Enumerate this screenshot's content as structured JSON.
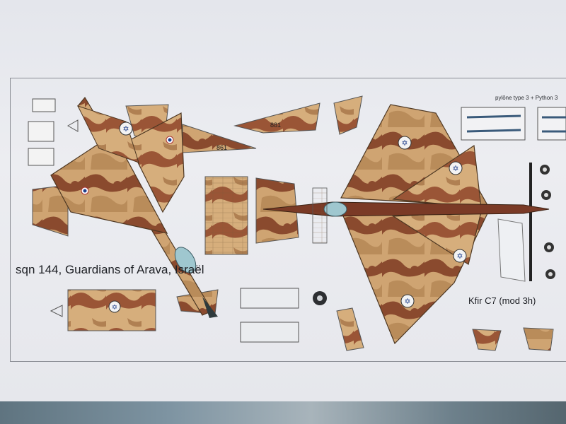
{
  "labels": {
    "squadron_caption": "sqn 144, Guardians of Arava, Israël",
    "aircraft_caption": "Kfir C7 (mod 3h)",
    "stores_caption": "pylône type 3 + Python 3",
    "fin_number_left": "861",
    "fin_number_right": "881"
  },
  "colors": {
    "paper": "#e9eaee",
    "camo_sand": "#cfa472",
    "camo_brown": "#8a4a2e",
    "camo_tan": "#b98c5a",
    "roundel_blue": "#1f3f8c",
    "canopy": "#9fc7cf"
  }
}
